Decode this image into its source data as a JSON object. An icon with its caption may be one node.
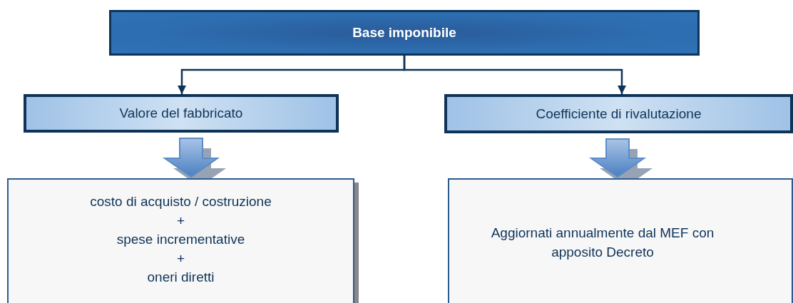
{
  "diagram": {
    "nodes": [
      {
        "text": [
          "Base imponibile"
        ]
      },
      {
        "text": [
          "Valore del fabbricato"
        ]
      },
      {
        "text": [
          "Coefficiente di rivalutazione"
        ]
      },
      {
        "text": [
          "costo di acquisto / costruzione",
          "+",
          "spese incrementative",
          "+",
          "oneri diretti"
        ]
      },
      {
        "text": [
          "Aggiornati annualmente dal MEF con apposito Decreto"
        ]
      }
    ],
    "edges": [
      {
        "from": 0,
        "to": 1,
        "arrow": "to"
      },
      {
        "from": 0,
        "to": 2,
        "arrow": "to"
      },
      {
        "from": 1,
        "to": 3,
        "arrow": "to",
        "style": "thick"
      },
      {
        "from": 2,
        "to": 4,
        "arrow": "to",
        "style": "thick"
      }
    ]
  }
}
